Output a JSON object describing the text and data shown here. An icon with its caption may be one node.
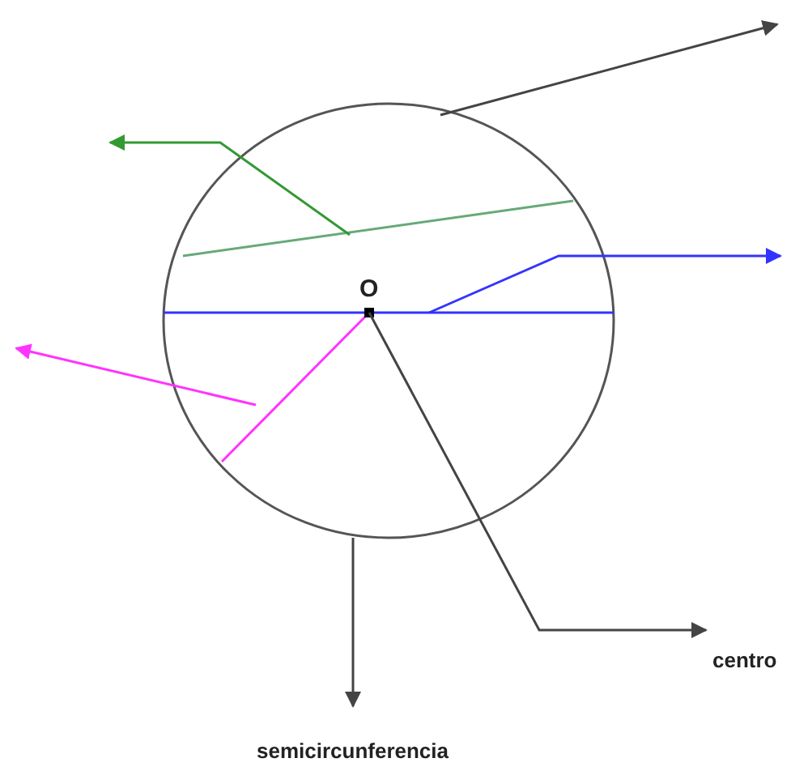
{
  "diagram": {
    "nodes": [
      {
        "text": [],
        "shape": "circle"
      },
      {
        "text": [],
        "shape": "line",
        "in": 0
      },
      {
        "text": [],
        "shape": "line",
        "in": 0
      },
      {
        "text": [],
        "shape": "line",
        "in": 0
      },
      {
        "text": [],
        "shape": "point",
        "beside": [
          "O"
        ],
        "in": 0
      },
      {
        "text": [
          "centro"
        ]
      },
      {
        "text": [
          "semicircunferencia"
        ]
      }
    ],
    "edges": [
      {
        "from": 0,
        "to": null,
        "arrow": "to"
      },
      {
        "from": 1,
        "to": null,
        "arrow": "to",
        "color": "#339933"
      },
      {
        "from": 2,
        "to": null,
        "arrow": "to",
        "color": "#3333ff"
      },
      {
        "from": 3,
        "to": null,
        "arrow": "to",
        "color": "#ff33ff"
      },
      {
        "from": 4,
        "to": 5,
        "arrow": "to"
      },
      {
        "from": 0,
        "to": 6,
        "arrow": "to"
      }
    ]
  }
}
